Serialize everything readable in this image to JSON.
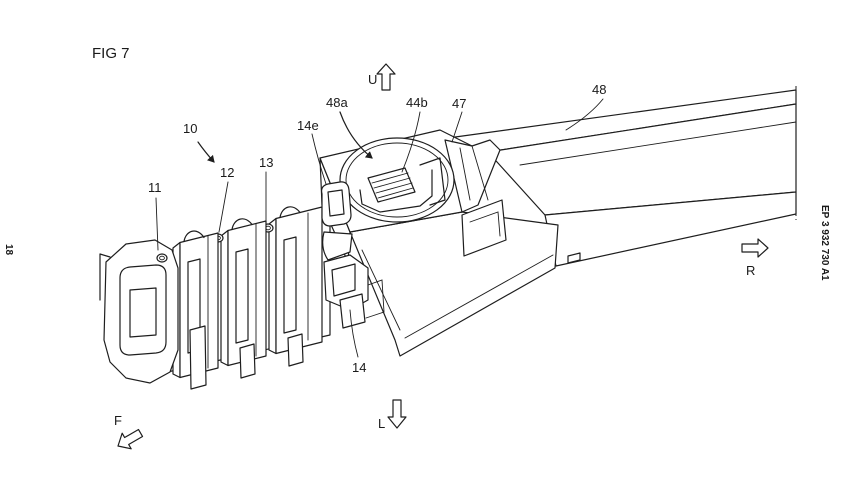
{
  "figure": {
    "title": "FIG 7",
    "page_number": "18",
    "publication_number": "EP 3 932 730 A1"
  },
  "reference_labels": {
    "assembly": "10",
    "part_11": "11",
    "part_12": "12",
    "part_13": "13",
    "part_14": "14",
    "part_14e": "14e",
    "part_48a": "48a",
    "part_44b": "44b",
    "part_47": "47",
    "part_48": "48"
  },
  "direction_labels": {
    "arrow_up": "U",
    "arrow_down": "L",
    "arrow_right": "R",
    "arrow_down_left": "F"
  }
}
